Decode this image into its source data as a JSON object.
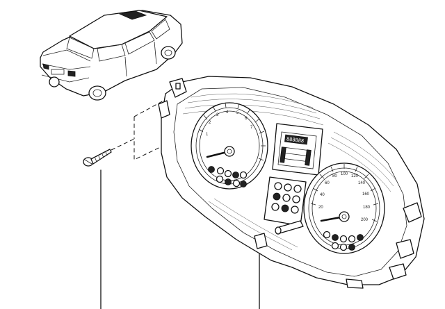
{
  "diagram": {
    "callouts": [
      {
        "id": "screw",
        "label": ""
      },
      {
        "id": "instrument-cluster",
        "label": ""
      }
    ],
    "speedometer_scale": [
      "20",
      "40",
      "60",
      "80",
      "100",
      "120",
      "140",
      "160",
      "180",
      "200"
    ],
    "tachometer_scale": [
      "1",
      "2",
      "3",
      "4",
      "5",
      "6",
      "7"
    ],
    "lcd_readout": "888888"
  }
}
